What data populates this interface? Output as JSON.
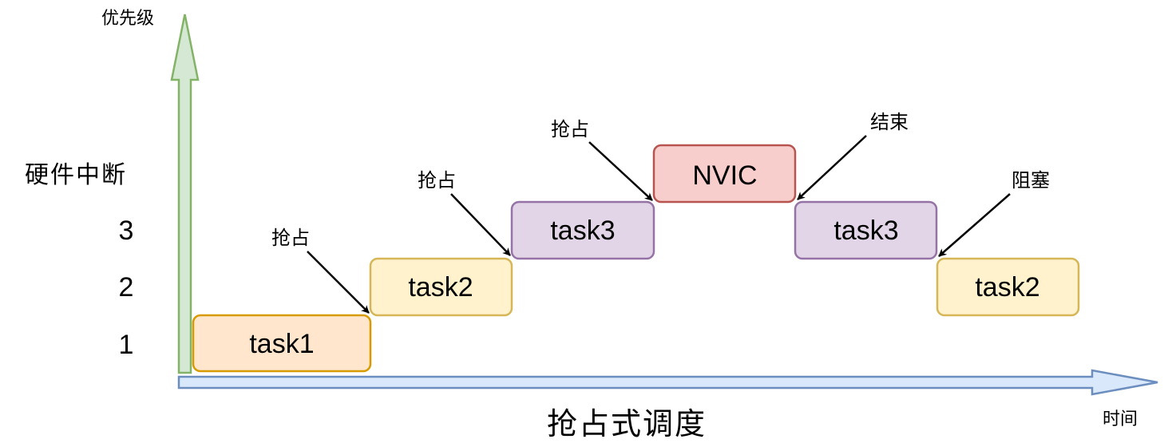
{
  "axes": {
    "y_label": "优先级",
    "x_label": "时间",
    "y_axis_color": "#82b366",
    "y_axis_fill": "#d5e8d4",
    "x_axis_color": "#6c8ebf",
    "x_axis_fill": "#dae8fc"
  },
  "levels": {
    "hw_interrupt": "硬件中断",
    "level3": "3",
    "level2": "2",
    "level1": "1"
  },
  "title": "抢占式调度",
  "tasks": [
    {
      "label": "task1",
      "fill": "#ffe6cc",
      "stroke": "#d79b00"
    },
    {
      "label": "task2",
      "fill": "#fff2cc",
      "stroke": "#d6b656"
    },
    {
      "label": "task3",
      "fill": "#e1d5e7",
      "stroke": "#9673a6"
    },
    {
      "label": "NVIC",
      "fill": "#f8cecc",
      "stroke": "#b85450"
    },
    {
      "label": "task3",
      "fill": "#e1d5e7",
      "stroke": "#9673a6"
    },
    {
      "label": "task2",
      "fill": "#fff2cc",
      "stroke": "#d6b656"
    }
  ],
  "annotations": [
    {
      "label": "抢占"
    },
    {
      "label": "抢占"
    },
    {
      "label": "抢占"
    },
    {
      "label": "结束"
    },
    {
      "label": "阻塞"
    }
  ]
}
